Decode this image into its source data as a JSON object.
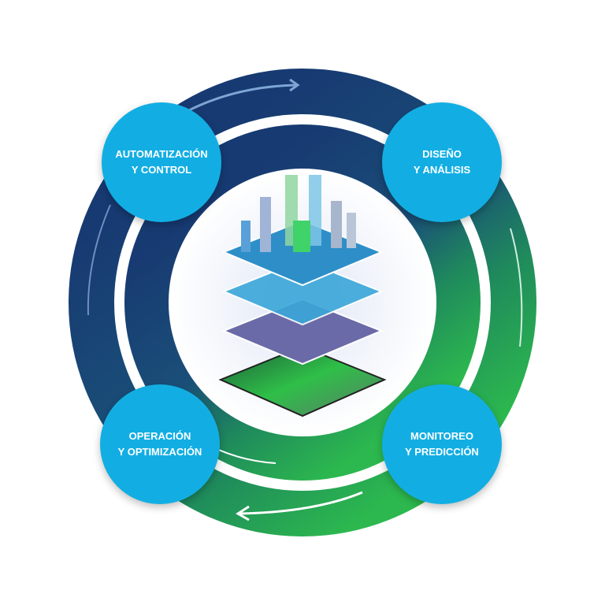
{
  "cycle": {
    "stages": [
      {
        "line1": "AUTOMATIZACIÓN",
        "line2": "Y CONTROL"
      },
      {
        "line1": "DISEÑO",
        "line2": "Y ANÁLISIS"
      },
      {
        "line1": "MONITOREO",
        "line2": "Y PREDICCIÓN"
      },
      {
        "line1": "OPERACIÓN",
        "line2": "Y OPTIMIZACIÓN"
      }
    ],
    "colors": {
      "ring_start": "#173a72",
      "ring_end": "#2cb84e",
      "node": "#12aee3"
    }
  }
}
